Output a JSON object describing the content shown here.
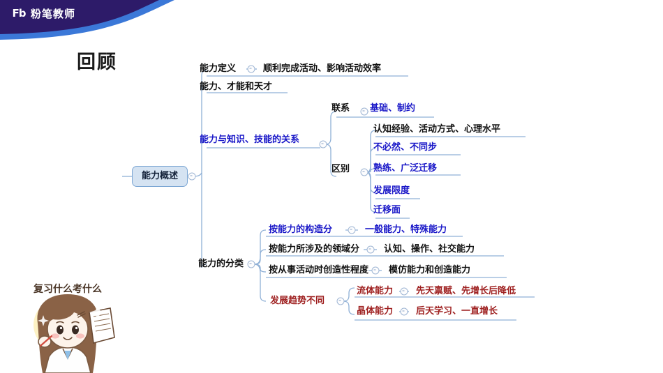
{
  "brand": {
    "mark": "Fb",
    "name": "粉笔教师",
    "banner_dark": "#2d1b69",
    "banner_blue": "#3b78d8"
  },
  "page": {
    "title": "回顾"
  },
  "sticker": {
    "caption": "复习什么考什么",
    "alt": "cartoon-girl-with-papers"
  },
  "palette": {
    "blue_text": "#1a18c8",
    "red_text": "#9e1f1f",
    "black_text": "#111111",
    "line": "#8fb0d6",
    "root_fill": "#d5e3f2",
    "root_border": "#7da7d4"
  },
  "mindmap": {
    "root": {
      "label": "能力概述",
      "color": "black"
    },
    "nodes": [
      {
        "id": "n1",
        "label": "能力定义",
        "color": "black"
      },
      {
        "id": "n2",
        "label": "顺利完成活动、影响活动效率",
        "color": "black"
      },
      {
        "id": "n3",
        "label": "能力、才能和天才",
        "color": "black"
      },
      {
        "id": "n4",
        "label": "能力与知识、技能的关系",
        "color": "blue"
      },
      {
        "id": "n5",
        "label": "联系",
        "color": "black"
      },
      {
        "id": "n6",
        "label": "基础、制约",
        "color": "blue"
      },
      {
        "id": "n7",
        "label": "区别",
        "color": "black"
      },
      {
        "id": "n8",
        "label": "认知经验、活动方式、心理水平",
        "color": "black"
      },
      {
        "id": "n9",
        "label": "不必然、不同步",
        "color": "blue"
      },
      {
        "id": "n10",
        "label": "熟练、广泛迁移",
        "color": "blue"
      },
      {
        "id": "n11",
        "label": "发展限度",
        "color": "blue"
      },
      {
        "id": "n12",
        "label": "迁移面",
        "color": "blue"
      },
      {
        "id": "n13",
        "label": "能力的分类",
        "color": "black"
      },
      {
        "id": "n14",
        "label": "按能力的构造分",
        "color": "blue"
      },
      {
        "id": "n15",
        "label": "一般能力、特殊能力",
        "color": "blue"
      },
      {
        "id": "n16",
        "label": "按能力所涉及的领域分",
        "color": "black"
      },
      {
        "id": "n17",
        "label": "认知、操作、社交能力",
        "color": "black"
      },
      {
        "id": "n18",
        "label": "按从事活动时创造性程度",
        "color": "black"
      },
      {
        "id": "n19",
        "label": "模仿能力和创造能力",
        "color": "black"
      },
      {
        "id": "n20",
        "label": "发展趋势不同",
        "color": "red"
      },
      {
        "id": "n21",
        "label": "流体能力",
        "color": "red"
      },
      {
        "id": "n22",
        "label": "先天禀赋、先增长后降低",
        "color": "red"
      },
      {
        "id": "n23",
        "label": "晶体能力",
        "color": "red"
      },
      {
        "id": "n24",
        "label": "后天学习、一直增长",
        "color": "red"
      }
    ]
  }
}
